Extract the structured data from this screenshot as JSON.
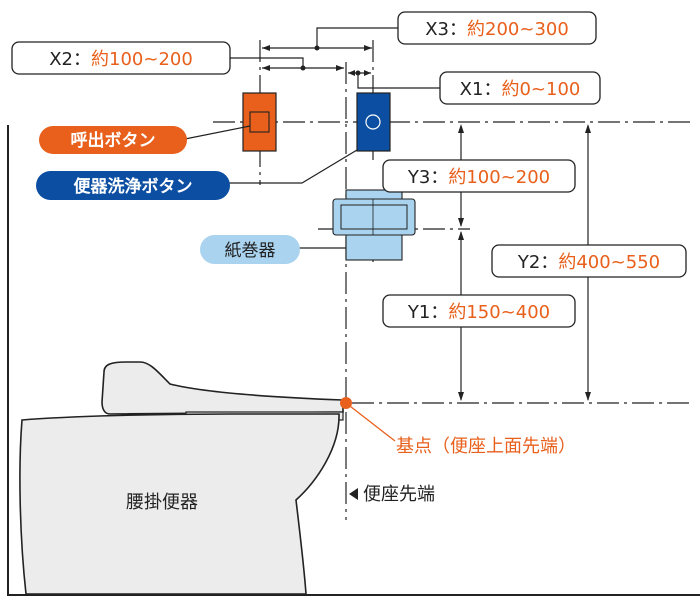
{
  "colors": {
    "orange": "#e8601c",
    "navy": "#0b4ea2",
    "light_blue": "#a9d3ee",
    "line": "#222222",
    "toilet_fill": "#ececec"
  },
  "dimensions": {
    "x3": {
      "key": "X3：",
      "value": "約200~300"
    },
    "x2": {
      "key": "X2：",
      "value": "約100~200"
    },
    "x1": {
      "key": "X1：",
      "value": "約0~100"
    },
    "y3": {
      "key": "Y3：",
      "value": "約100~200"
    },
    "y2": {
      "key": "Y2：",
      "value": "約400~550"
    },
    "y1": {
      "key": "Y1：",
      "value": "約150~400"
    }
  },
  "legend": {
    "call_button": "呼出ボタン",
    "flush_button": "便器洗浄ボタン",
    "paper_holder": "紙巻器"
  },
  "labels": {
    "toilet": "腰掛便器",
    "reference_point": "基点（便座上面先端）",
    "seat_front": "便座先端"
  }
}
